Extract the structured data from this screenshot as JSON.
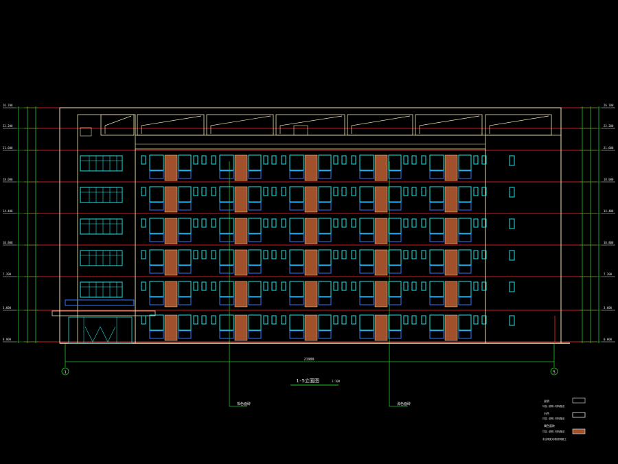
{
  "colors": {
    "background": "#000000",
    "outline": "#f0e6b4",
    "level_line": "#d21c1c",
    "dimension": "#22c822",
    "window_frame": "#1ee6e6",
    "window_lower": "#3278ff",
    "brick_fill": "#a0502a"
  },
  "drawing": {
    "elevations_left": [
      "26.700",
      "22.200",
      "21.600",
      "18.000",
      "14.400",
      "10.800",
      "7.200",
      "3.600",
      "0.000"
    ],
    "elevations_right": [
      "26.700",
      "22.200",
      "21.600",
      "18.000",
      "14.400",
      "10.800",
      "7.200",
      "3.600",
      "0.000"
    ],
    "total_dimension": "21900",
    "axis_left": "1",
    "axis_right": "5",
    "title": "1-5立面图",
    "scale": "1:100",
    "callout_left": "褐色面砖",
    "callout_right": "浅色面砖",
    "legend": {
      "row1_title": "说明",
      "row1_sub": "详见-说明-材料做法",
      "row2_title": "白色",
      "row2_sub": "详见-说明-材料做法",
      "row3_title": "褐色面砖",
      "row3_sub": "详见-说明-材料做法",
      "row4_note": "未注明处均按说明施工"
    }
  }
}
